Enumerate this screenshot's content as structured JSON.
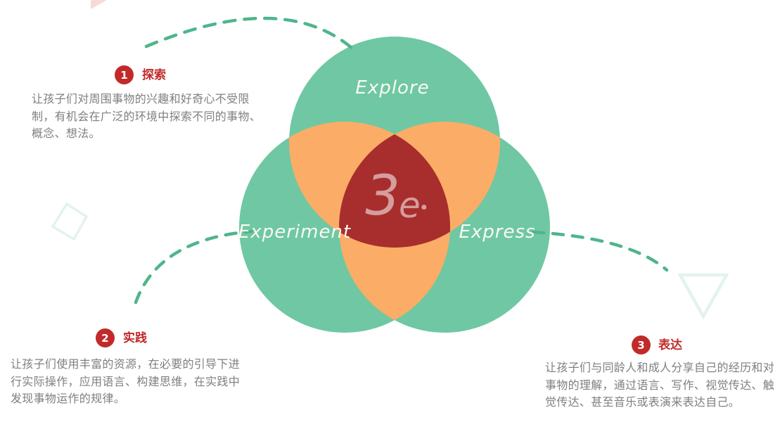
{
  "colors": {
    "circle_green": "#6fc8a3",
    "overlap_orange": "#fbac66",
    "center_red": "#a72e2d",
    "logo_pink": "#d69d9d",
    "accent_red": "#c22a2a",
    "body_gray": "#7f7f7f",
    "dash_green": "#4fb58b",
    "deco_mint": "#e3f3ec",
    "deco_pink": "#f7d9d9",
    "label_cream": "#fbf9f1"
  },
  "venn": {
    "labels": {
      "top": "Explore",
      "left": "Experiment",
      "right": "Express"
    },
    "logo": {
      "three": "3",
      "e": "e"
    }
  },
  "annotations": [
    {
      "number": "1",
      "title": "探索",
      "body_lines": [
        "让孩子们对周围事物的兴趣和好奇心不受限",
        "制，有机会在广泛的环境中探索不同的事物、",
        "概念、想法。"
      ]
    },
    {
      "number": "2",
      "title": "实践",
      "body_lines": [
        "让孩子们使用丰富的资源，在必要的引导下进",
        "行实际操作，应用语言、构建思维，在实践中",
        "发现事物运作的规律。"
      ]
    },
    {
      "number": "3",
      "title": "表达",
      "body_lines": [
        "让孩子们与同龄人和成人分享自己的经历和对",
        "事物的理解，通过语言、写作、视觉传达、触",
        "觉传达、甚至音乐或表演来表达自己。"
      ]
    }
  ]
}
